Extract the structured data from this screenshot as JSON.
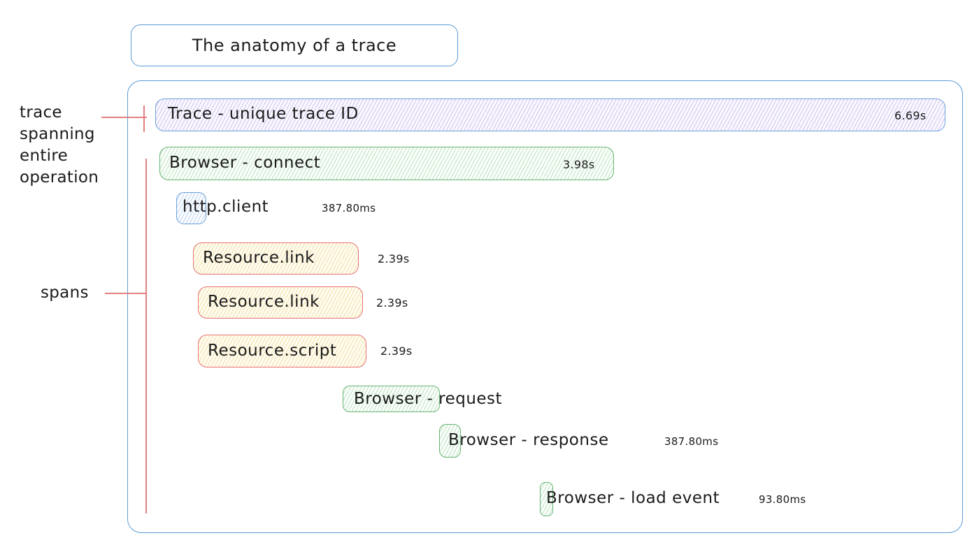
{
  "title": {
    "label": "The anatomy of a trace"
  },
  "annotations": {
    "trace_lines": [
      "trace",
      "spanning",
      "entire",
      "operation"
    ],
    "spans_label": "spans"
  },
  "trace_bar": {
    "label": "Trace - unique trace ID",
    "duration": "6.69s"
  },
  "spans": [
    {
      "id": "browser-connect",
      "label": "Browser - connect",
      "duration": "3.98s",
      "color": "green"
    },
    {
      "id": "http-client",
      "label": "http.client",
      "duration": "387.80ms",
      "color": "blue"
    },
    {
      "id": "resource-link-1",
      "label": "Resource.link",
      "duration": "2.39s",
      "color": "yellow"
    },
    {
      "id": "resource-link-2",
      "label": "Resource.link",
      "duration": "2.39s",
      "color": "yellow"
    },
    {
      "id": "resource-script",
      "label": "Resource.script",
      "duration": "2.39s",
      "color": "yellow"
    },
    {
      "id": "browser-request",
      "label": "Browser - request",
      "duration": "",
      "color": "green"
    },
    {
      "id": "browser-response",
      "label": "Browser - response",
      "duration": "387.80ms",
      "color": "green"
    },
    {
      "id": "browser-load-event",
      "label": "Browser - load event",
      "duration": "93.80ms",
      "color": "green"
    }
  ],
  "colors": {
    "outline_blue": "#5b9bd5",
    "trace_border": "#6a9fdb",
    "trace_fill": "#efeafa",
    "green_border": "#66b473",
    "green_fill": "#eaf7ea",
    "resource_border": "#e57373",
    "resource_fill": "#fdf8e3",
    "http_border": "#6a9fdb",
    "http_fill": "#e8f2fd",
    "annotation_red": "#e57f7f",
    "text": "#1b1b1b"
  }
}
